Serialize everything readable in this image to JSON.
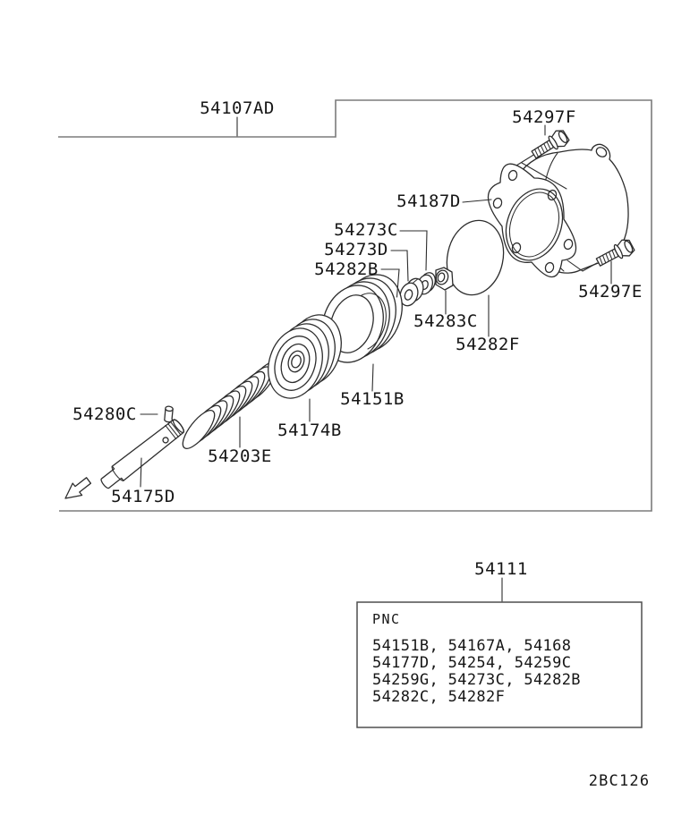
{
  "diagram": {
    "callouts": {
      "assembly": "54107AD",
      "bolt_upper": "54297F",
      "gasket": "54187D",
      "washer": "54273C",
      "spacer": "54273D",
      "ball": "54282B",
      "nut": "54283C",
      "o_ring": "54282F",
      "bolt_lower": "54297E",
      "pulley_ring": "54151B",
      "pulley": "54174B",
      "spring": "54203E",
      "pin": "54280C",
      "shaft": "54175D",
      "pnc_ref": "54111"
    },
    "pnc_box": {
      "header": "PNC",
      "lines": [
        "54151B, 54167A, 54168",
        "54177D, 54254, 54259C",
        "54259G, 54273C, 54282B",
        "54282C, 54282F"
      ]
    },
    "footer": {
      "drawing_code": "2BC126"
    }
  }
}
